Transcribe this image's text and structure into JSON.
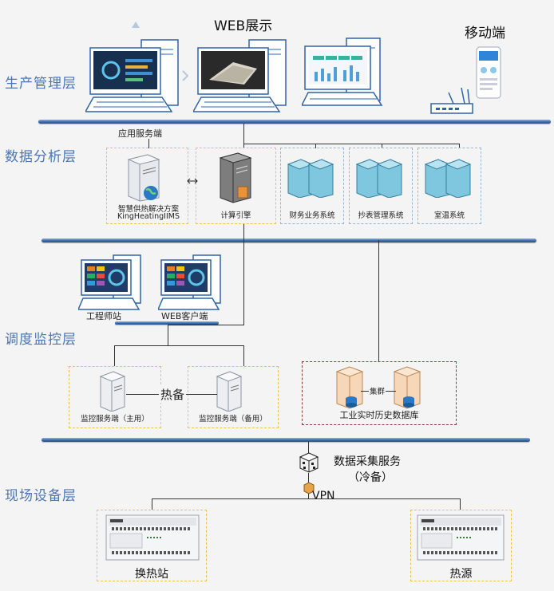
{
  "layers": {
    "production": "生产管理层",
    "analysis": "数据分析层",
    "dispatch": "调度监控层",
    "field": "现场设备层"
  },
  "headers": {
    "web": "WEB展示",
    "mobile": "移动端"
  },
  "labels": {
    "app_server": "应用服务端",
    "kh_name": "智慧供热解决方案",
    "kh_sub": "KingHeatingIIMS",
    "calc_engine": "计算引擎",
    "finance": "财务业务系统",
    "meter": "抄表管理系统",
    "room_temp": "室温系统",
    "engineer": "工程师站",
    "web_client": "WEB客户端",
    "monitor_main": "监控服务端（主用）",
    "monitor_backup": "监控服务端（备用）",
    "hot_standby": "热备",
    "cluster": "集群",
    "historian": "工业实时历史数据库",
    "collect_service": "数据采集服务",
    "cold_standby": "（冷备）",
    "vpn": "VPN",
    "exchange_station": "换热站",
    "heat_source": "热源"
  },
  "colors": {
    "layer_text": "#4a76b8",
    "bus": "#3c6aa8",
    "dash_yellow": "#f0c24d",
    "dash_blue": "#9bb5d3",
    "dash_red": "#8c3a3a"
  }
}
